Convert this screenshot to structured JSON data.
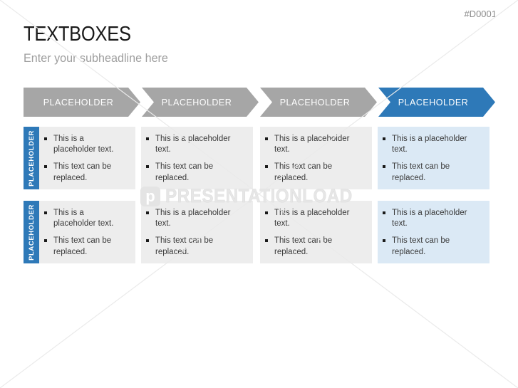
{
  "slide": {
    "id_tag": "#D0001",
    "title": "TEXTBOXES",
    "subtitle": "Enter your subheadline here"
  },
  "arrows": [
    {
      "label": "PLACEHOLDER",
      "variant": "gray"
    },
    {
      "label": "PLACEHOLDER",
      "variant": "gray"
    },
    {
      "label": "PLACEHOLDER",
      "variant": "gray"
    },
    {
      "label": "PLACEHOLDER",
      "variant": "blue"
    }
  ],
  "rows": [
    {
      "tab_label": "PLACEHOLDER",
      "cells": [
        {
          "variant": "gray",
          "bullets": [
            "This is a placeholder text.",
            "This text can be replaced."
          ]
        },
        {
          "variant": "gray",
          "bullets": [
            "This is a placeholder text.",
            "This text can be replaced."
          ]
        },
        {
          "variant": "gray",
          "bullets": [
            "This is a placeholder text.",
            "This text can be replaced."
          ]
        },
        {
          "variant": "blue",
          "bullets": [
            "This is a placeholder text.",
            "This text can be replaced."
          ]
        }
      ]
    },
    {
      "tab_label": "PLACEHOLDER",
      "cells": [
        {
          "variant": "gray",
          "bullets": [
            "This is a placeholder text.",
            "This text can be replaced."
          ]
        },
        {
          "variant": "gray",
          "bullets": [
            "This is a placeholder text.",
            "This text can be replaced."
          ]
        },
        {
          "variant": "gray",
          "bullets": [
            "This is a placeholder text.",
            "This text can be replaced."
          ]
        },
        {
          "variant": "blue",
          "bullets": [
            "This is a placeholder text.",
            "This text can be replaced."
          ]
        }
      ]
    }
  ],
  "watermark": {
    "logo_letter": "p",
    "text": "PRESENTATIONLOAD"
  },
  "colors": {
    "accent_blue": "#2e79b8",
    "arrow_gray": "#a6a6a6",
    "box_gray": "#ededed",
    "box_blue": "#dbe9f5",
    "text_dark": "#3a3a3a",
    "subtitle_gray": "#9e9e9e",
    "watermark_gray": "#e6e6e6"
  }
}
